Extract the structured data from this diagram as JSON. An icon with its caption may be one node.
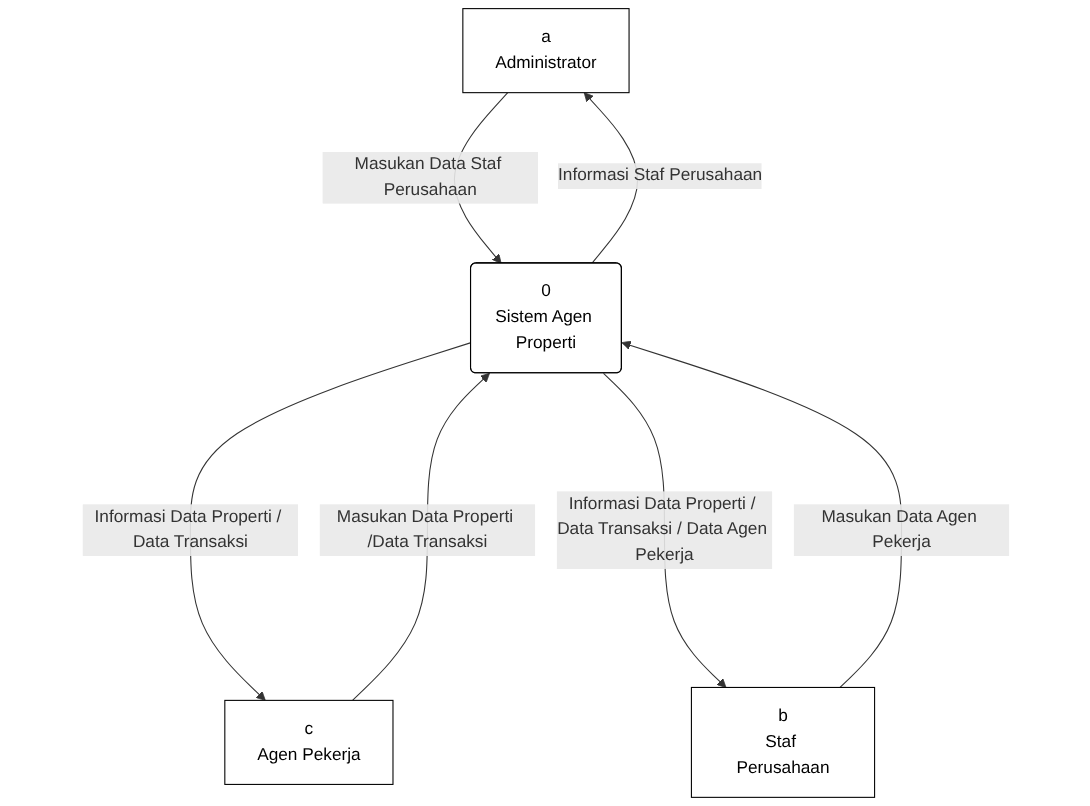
{
  "diagram": {
    "nodes": [
      {
        "text": [
          "a",
          "Administrator"
        ]
      },
      {
        "text": [
          "0",
          "Sistem Agen Properti"
        ]
      },
      {
        "text": [
          "c",
          "Agen Pekerja"
        ]
      },
      {
        "text": [
          "b",
          "Staf Perusahaan"
        ]
      }
    ],
    "edges": [
      {
        "from": 1,
        "to": 0,
        "arrow": "to",
        "label": "Informasi Staf Perusahaan"
      },
      {
        "from": 0,
        "to": 1,
        "arrow": "to",
        "label": "Masukan Data Staf Perusahaan"
      },
      {
        "from": 2,
        "to": 1,
        "arrow": "to",
        "label": "Masukan Data Properti /Data Transaksi"
      },
      {
        "from": 1,
        "to": 2,
        "arrow": "to",
        "label": "Informasi Data Properti / Data Transaksi"
      },
      {
        "from": 3,
        "to": 1,
        "arrow": "to",
        "label": "Masukan Data Agen Pekerja"
      },
      {
        "from": 1,
        "to": 3,
        "arrow": "to",
        "label": "Informasi Data Properti / Data Transaksi / Data Agen Pekerja"
      }
    ]
  }
}
